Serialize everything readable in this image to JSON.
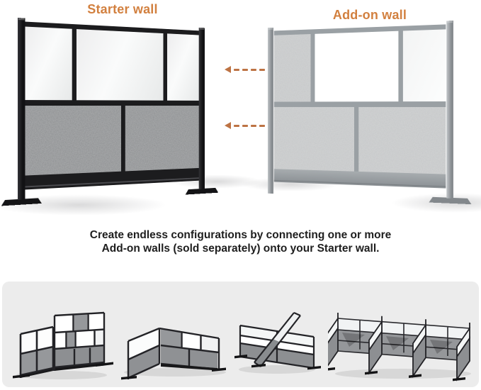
{
  "titles": {
    "starter": "Starter wall",
    "addon": "Add-on wall"
  },
  "description": {
    "line1": "Create endless configurations by connecting one or more",
    "line2": "Add-on walls (sold separately) onto your Starter wall."
  },
  "colors": {
    "accent_orange_title": "#d2803f",
    "accent_orange_arrow": "#bd7344",
    "starter_frame_black": "#1c1c1e",
    "addon_frame_silver": "#9aa0a4",
    "fabric_dark": "#8a8c8e",
    "fabric_light": "#c4c6c7",
    "band_background": "#ececec"
  },
  "arrows": {
    "count": 2,
    "direction": "left",
    "style": "dashed"
  },
  "walls": {
    "starter": {
      "label": "Starter wall",
      "frame": "black",
      "rows": [
        {
          "panels": [
            {
              "type": "glass",
              "w": 66
            },
            {
              "type": "glass",
              "w": 135
            },
            {
              "type": "glass",
              "w": 53
            }
          ]
        },
        {
          "panels": [
            {
              "type": "fabric-dark",
              "w": 138
            },
            {
              "type": "fabric-dark",
              "w": 119
            }
          ]
        }
      ]
    },
    "addon": {
      "label": "Add-on wall",
      "frame": "silver",
      "rows": [
        {
          "panels": [
            {
              "type": "fabric-light",
              "w": 58
            },
            {
              "type": "white",
              "w": 125
            },
            {
              "type": "glass-light",
              "w": 60
            }
          ]
        },
        {
          "panels": [
            {
              "type": "fabric-light",
              "w": 128
            },
            {
              "type": "fabric-light",
              "w": 128
            }
          ]
        }
      ]
    }
  },
  "configurations": [
    {
      "name": "l-shape-two-walls"
    },
    {
      "name": "u-shape-three-walls"
    },
    {
      "name": "cross-four-way"
    },
    {
      "name": "triple-cubicle-row"
    }
  ]
}
